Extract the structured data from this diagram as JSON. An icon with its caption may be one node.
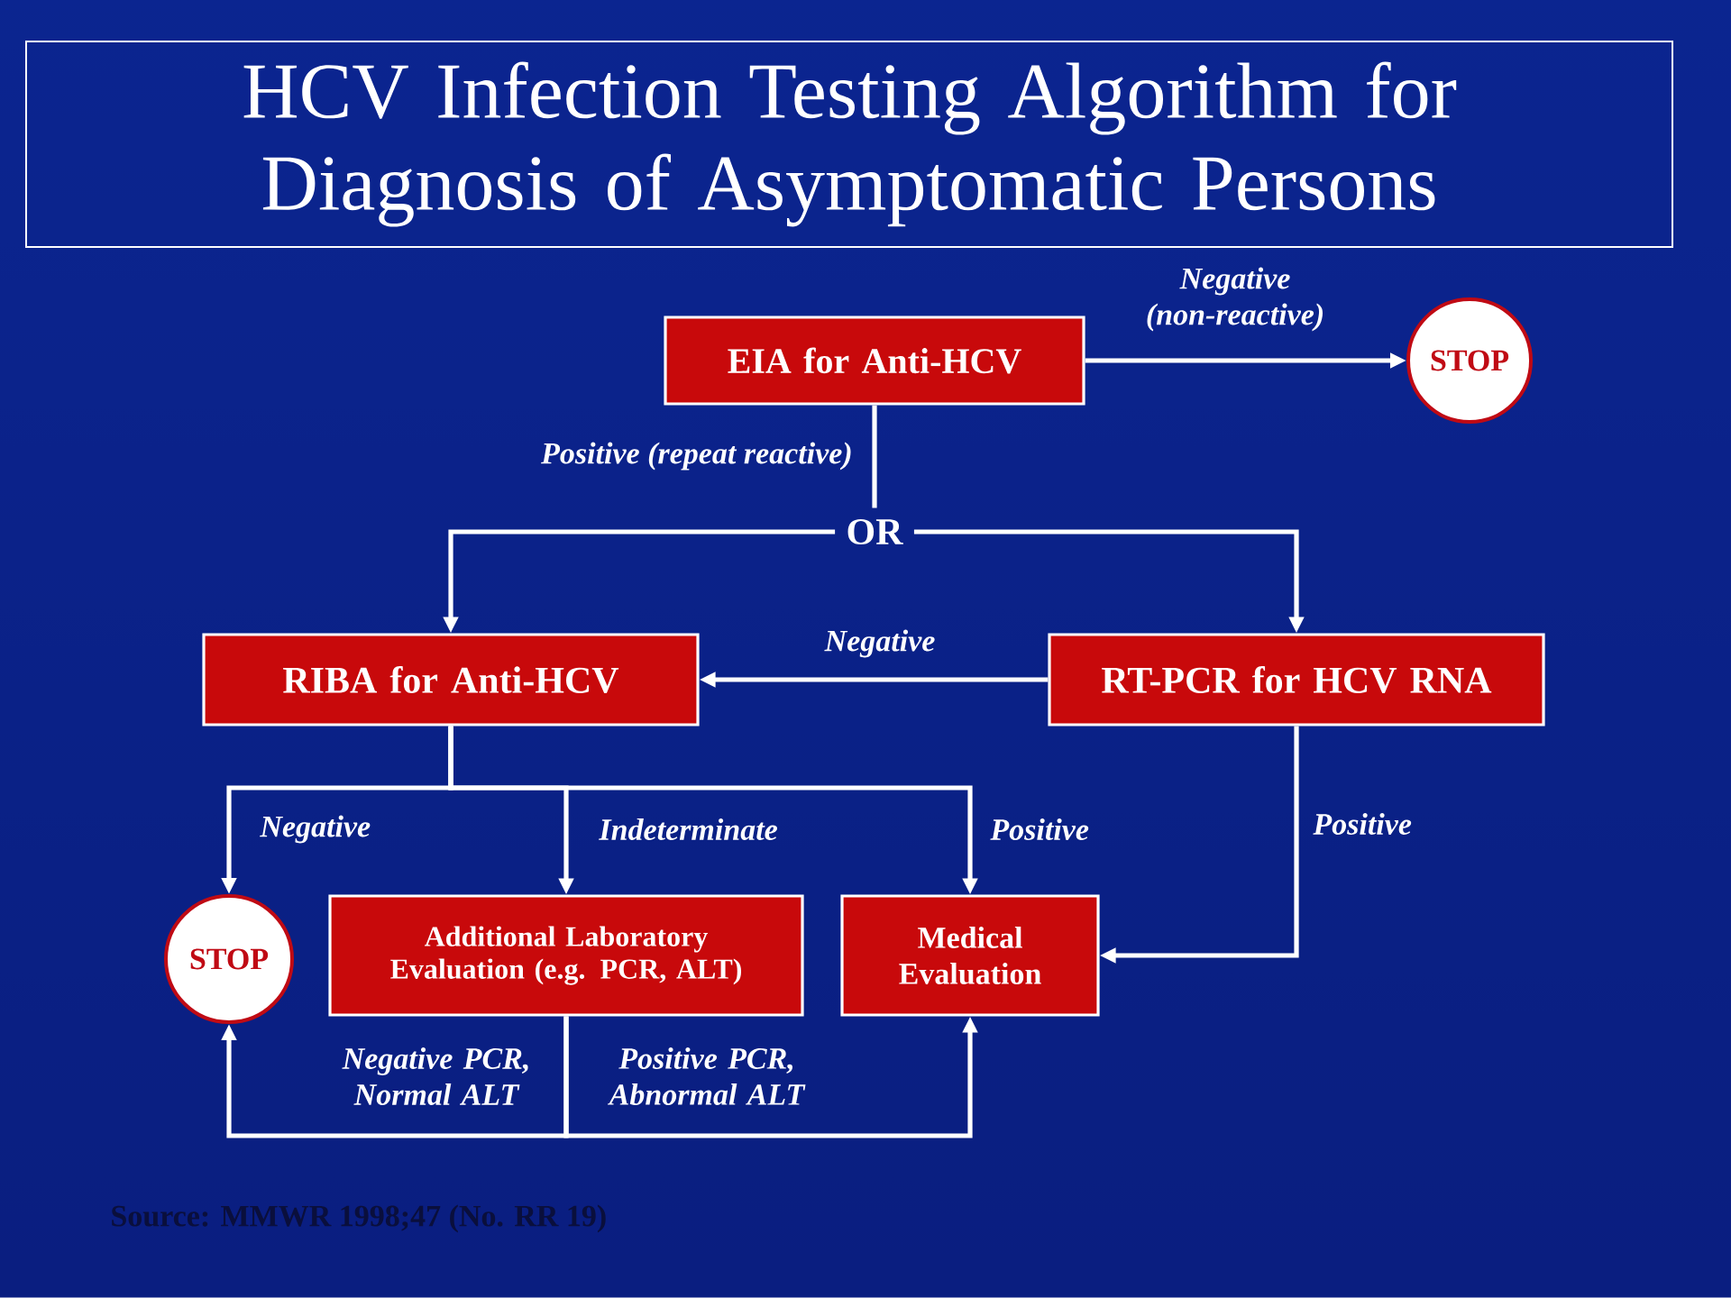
{
  "diagram": {
    "title": "HCV Infection Testing Algorithm for Diagnosis of Asymptomatic Persons",
    "nodes": [
      {
        "text": [
          "EIA for Anti-HCV"
        ]
      },
      {
        "text": [
          "STOP"
        ]
      },
      {
        "text": [
          "OR"
        ]
      },
      {
        "text": [
          "RIBA for Anti-HCV"
        ]
      },
      {
        "text": [
          "RT-PCR for HCV RNA"
        ]
      },
      {
        "text": [
          "STOP"
        ]
      },
      {
        "text": [
          "Additional Laboratory Evaluation (e.g. PCR, ALT)"
        ]
      },
      {
        "text": [
          "Medical Evaluation"
        ]
      }
    ],
    "edges": [
      {
        "from": 0,
        "to": 1,
        "arrow": "to",
        "label": "Negative (non-reactive)"
      },
      {
        "from": 0,
        "to": 2,
        "arrow": "none",
        "label": "Positive (repeat reactive)"
      },
      {
        "from": 2,
        "to": 3,
        "arrow": "to"
      },
      {
        "from": 2,
        "to": 4,
        "arrow": "to"
      },
      {
        "from": 4,
        "to": 3,
        "arrow": "to",
        "label": "Negative"
      },
      {
        "from": 3,
        "to": 5,
        "arrow": "to",
        "label": "Negative"
      },
      {
        "from": 3,
        "to": 6,
        "arrow": "to",
        "label": "Indeterminate"
      },
      {
        "from": 3,
        "to": 7,
        "arrow": "to",
        "label": "Positive"
      },
      {
        "from": 4,
        "to": 7,
        "arrow": "to",
        "label": "Positive"
      },
      {
        "from": 6,
        "to": 5,
        "arrow": "to",
        "label": "Negative PCR, Normal ALT"
      },
      {
        "from": 6,
        "to": 7,
        "arrow": "to",
        "label": "Positive PCR, Abnormal ALT"
      }
    ],
    "labels": [
      "Source: MMWR 1998;47 (No. RR 19)"
    ]
  }
}
